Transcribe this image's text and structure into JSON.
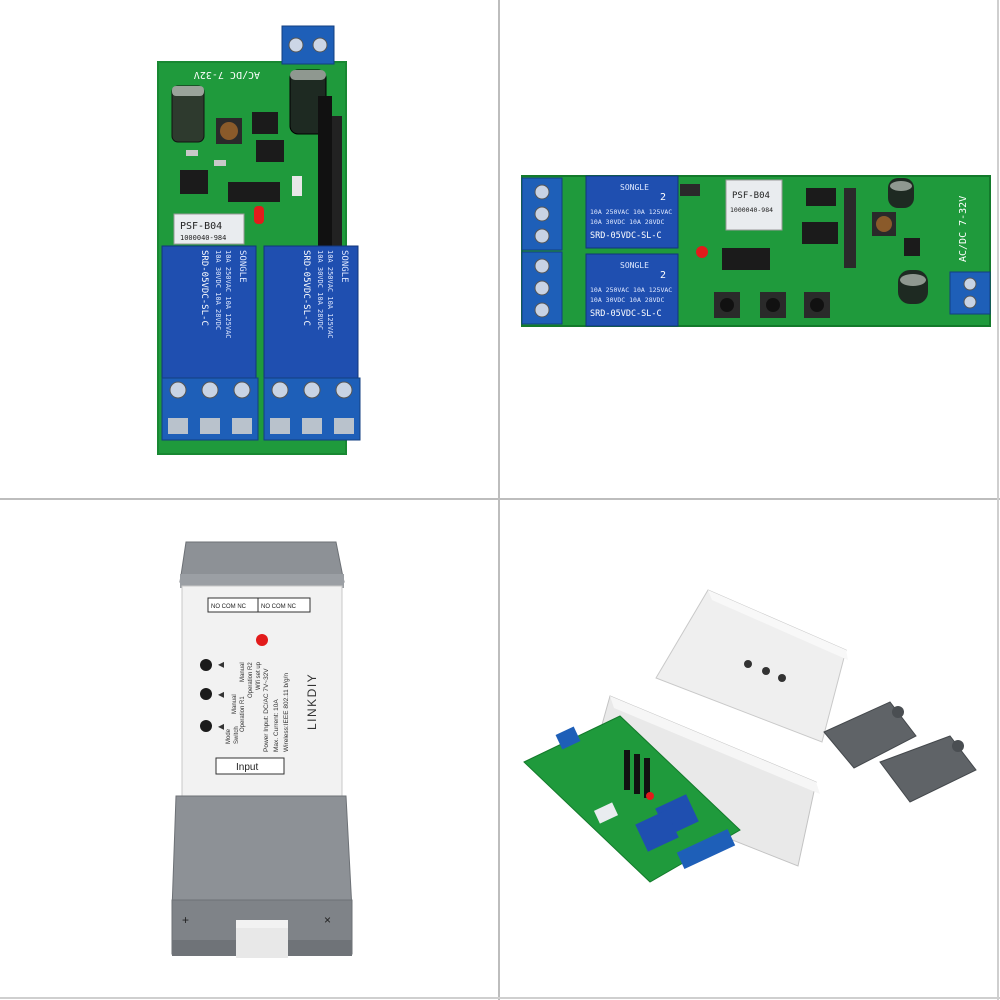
{
  "board": {
    "power_label": "AC/DC 7-32V",
    "module_label": "PSF-B04",
    "module_code": "1000040-984",
    "relay_brand": "SONGLE",
    "relay_model": "SRD-05VDC-SL-C",
    "relay_rating_1": "10A 250VAC  10A 125VAC",
    "relay_rating_2": "10A 30VDC  10A 28VDC",
    "relay_number": "2"
  },
  "enclosure": {
    "brand": "LINKDIY",
    "terminal_label_1": "NO COM NC",
    "terminal_label_2": "NO COM NC",
    "input_label": "Input",
    "spec_power": "Power Input: DC/AC 7V~32V",
    "spec_current": "Max. Current: 10A",
    "spec_wireless": "Wireless:IEEE 802.11 b/g/n",
    "btn1_label_a": "Manual",
    "btn1_label_b": "Operation R2",
    "btn2_label_a": "Manual",
    "btn2_label_b": "Operation R1",
    "btn3_label_a": "Mode",
    "btn3_label_b": "Switch",
    "wifi_label": "Wifi set up",
    "plus_mark": "+",
    "x_mark": "×"
  },
  "colors": {
    "pcb_green": "#1f9a3c",
    "relay_blue": "#1f4fb0",
    "terminal_blue": "#1e5fb8",
    "case_gray": "#8d9196",
    "case_white": "#f2f2f2"
  }
}
